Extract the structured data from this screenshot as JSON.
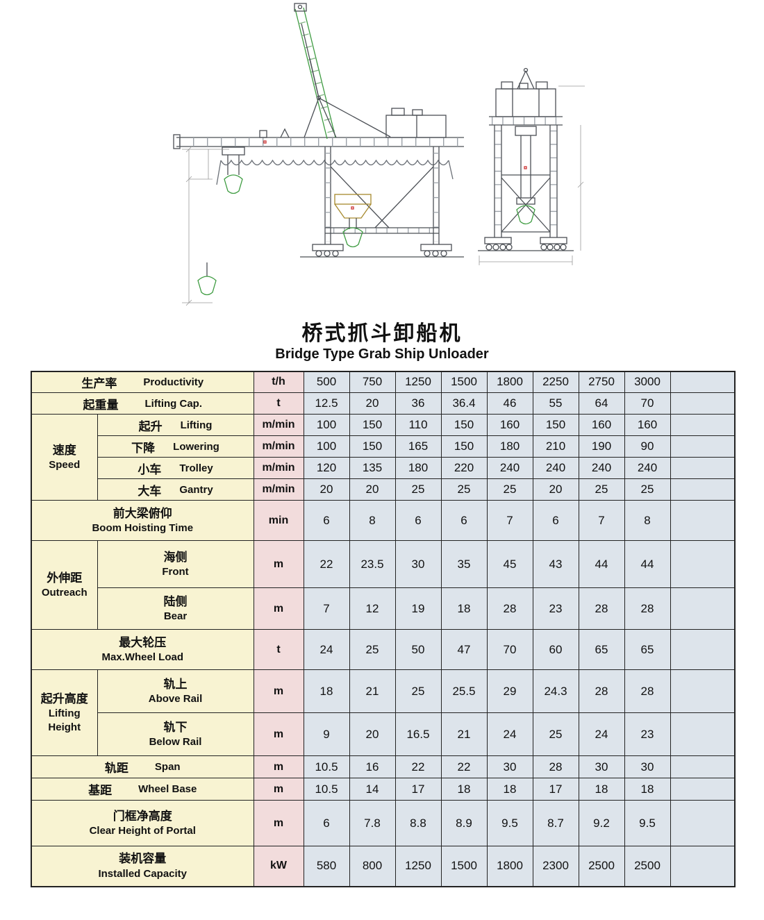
{
  "title": {
    "zh": "桥式抓斗卸船机",
    "en": "Bridge Type Grab Ship Unloader"
  },
  "drawing": {
    "description": "technical-line-drawing-ship-unloader-side-and-front-views",
    "accent_green": "#3d9b40",
    "accent_olive": "#a6892c",
    "line_color": "#4b4f55"
  },
  "colors": {
    "label_bg": "#f8f3d2",
    "unit_bg": "#f2dcdc",
    "value_bg": "#dde4eb",
    "border": "#222222"
  },
  "groups": {
    "speed": {
      "zh": "速度",
      "en": "Speed"
    },
    "outreach": {
      "zh": "外伸距",
      "en": "Outreach"
    },
    "lifting_height": {
      "zh": "起升高度",
      "en": "Lifting Height"
    }
  },
  "rows": [
    {
      "zh": "生产率",
      "en": "Productivity",
      "unit": "t/h",
      "values": [
        "500",
        "750",
        "1250",
        "1500",
        "1800",
        "2250",
        "2750",
        "3000"
      ]
    },
    {
      "zh": "起重量",
      "en": "Lifting Cap.",
      "unit": "t",
      "values": [
        "12.5",
        "20",
        "36",
        "36.4",
        "46",
        "55",
        "64",
        "70"
      ]
    },
    {
      "zh": "起升",
      "en": "Lifting",
      "unit": "m/min",
      "values": [
        "100",
        "150",
        "110",
        "150",
        "160",
        "150",
        "160",
        "160"
      ]
    },
    {
      "zh": "下降",
      "en": "Lowering",
      "unit": "m/min",
      "values": [
        "100",
        "150",
        "165",
        "150",
        "180",
        "210",
        "190",
        "90"
      ]
    },
    {
      "zh": "小车",
      "en": "Trolley",
      "unit": "m/min",
      "values": [
        "120",
        "135",
        "180",
        "220",
        "240",
        "240",
        "240",
        "240"
      ]
    },
    {
      "zh": "大车",
      "en": "Gantry",
      "unit": "m/min",
      "values": [
        "20",
        "20",
        "25",
        "25",
        "25",
        "20",
        "25",
        "25"
      ]
    },
    {
      "zh": "前大梁俯仰",
      "en": "Boom Hoisting Time",
      "unit": "min",
      "values": [
        "6",
        "8",
        "6",
        "6",
        "7",
        "6",
        "7",
        "8"
      ]
    },
    {
      "zh": "海侧",
      "en": "Front",
      "unit": "m",
      "values": [
        "22",
        "23.5",
        "30",
        "35",
        "45",
        "43",
        "44",
        "44"
      ]
    },
    {
      "zh": "陆侧",
      "en": "Bear",
      "unit": "m",
      "values": [
        "7",
        "12",
        "19",
        "18",
        "28",
        "23",
        "28",
        "28"
      ]
    },
    {
      "zh": "最大轮压",
      "en": "Max.Wheel Load",
      "unit": "t",
      "values": [
        "24",
        "25",
        "50",
        "47",
        "70",
        "60",
        "65",
        "65"
      ]
    },
    {
      "zh": "轨上",
      "en": "Above Rail",
      "unit": "m",
      "values": [
        "18",
        "21",
        "25",
        "25.5",
        "29",
        "24.3",
        "28",
        "28"
      ]
    },
    {
      "zh": "轨下",
      "en": "Below Rail",
      "unit": "m",
      "values": [
        "9",
        "20",
        "16.5",
        "21",
        "24",
        "25",
        "24",
        "23"
      ]
    },
    {
      "zh": "轨距",
      "en": "Span",
      "unit": "m",
      "values": [
        "10.5",
        "16",
        "22",
        "22",
        "30",
        "28",
        "30",
        "30"
      ]
    },
    {
      "zh": "基距",
      "en": "Wheel Base",
      "unit": "m",
      "values": [
        "10.5",
        "14",
        "17",
        "18",
        "18",
        "17",
        "18",
        "18"
      ]
    },
    {
      "zh": "门框净高度",
      "en": "Clear Height of Portal",
      "unit": "m",
      "values": [
        "6",
        "7.8",
        "8.8",
        "8.9",
        "9.5",
        "8.7",
        "9.2",
        "9.5"
      ]
    },
    {
      "zh": "装机容量",
      "en": "Installed Capacity",
      "unit": "kW",
      "values": [
        "580",
        "800",
        "1250",
        "1500",
        "1800",
        "2300",
        "2500",
        "2500"
      ]
    }
  ]
}
